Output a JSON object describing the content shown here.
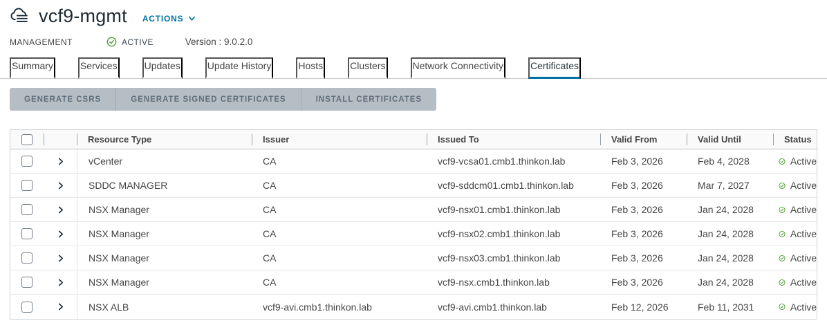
{
  "colors": {
    "accent": "#0072a3",
    "success": "#4d9e32",
    "title_text": "#1d2b36",
    "disabled_button_bg": "#b6bec5"
  },
  "header": {
    "title": "vcf9-mgmt",
    "actions_label": "ACTIONS",
    "type_label": "MANAGEMENT",
    "status_label": "ACTIVE",
    "version_label": "Version : 9.0.2.0"
  },
  "tabs": {
    "items": [
      "Summary",
      "Services",
      "Updates",
      "Update History",
      "Hosts",
      "Clusters",
      "Network Connectivity",
      "Certificates"
    ],
    "active": "Certificates"
  },
  "toolbar": {
    "buttons": [
      "GENERATE CSRS",
      "GENERATE SIGNED CERTIFICATES",
      "INSTALL CERTIFICATES"
    ]
  },
  "table": {
    "columns": [
      "Resource Type",
      "Issuer",
      "Issued To",
      "Valid From",
      "Valid Until",
      "Status"
    ],
    "rows": [
      {
        "resource_type": "vCenter",
        "issuer": "CA",
        "issued_to": "vcf9-vcsa01.cmb1.thinkon.lab",
        "valid_from": "Feb 3, 2026",
        "valid_until": "Feb 4, 2028",
        "status": "Active"
      },
      {
        "resource_type": "SDDC MANAGER",
        "issuer": "CA",
        "issued_to": "vcf9-sddcm01.cmb1.thinkon.lab",
        "valid_from": "Feb 3, 2026",
        "valid_until": "Mar 7, 2027",
        "status": "Active"
      },
      {
        "resource_type": "NSX Manager",
        "issuer": "CA",
        "issued_to": "vcf9-nsx01.cmb1.thinkon.lab",
        "valid_from": "Feb 3, 2026",
        "valid_until": "Jan 24, 2028",
        "status": "Active"
      },
      {
        "resource_type": "NSX Manager",
        "issuer": "CA",
        "issued_to": "vcf9-nsx02.cmb1.thinkon.lab",
        "valid_from": "Feb 3, 2026",
        "valid_until": "Jan 24, 2028",
        "status": "Active"
      },
      {
        "resource_type": "NSX Manager",
        "issuer": "CA",
        "issued_to": "vcf9-nsx03.cmb1.thinkon.lab",
        "valid_from": "Feb 3, 2026",
        "valid_until": "Jan 24, 2028",
        "status": "Active"
      },
      {
        "resource_type": "NSX Manager",
        "issuer": "CA",
        "issued_to": "vcf9-nsx.cmb1.thinkon.lab",
        "valid_from": "Feb 3, 2026",
        "valid_until": "Jan 24, 2028",
        "status": "Active"
      },
      {
        "resource_type": "NSX ALB",
        "issuer": "vcf9-avi.cmb1.thinkon.lab",
        "issued_to": "vcf9-avi.cmb1.thinkon.lab",
        "valid_from": "Feb 12, 2026",
        "valid_until": "Feb 11, 2031",
        "status": "Active"
      }
    ]
  }
}
